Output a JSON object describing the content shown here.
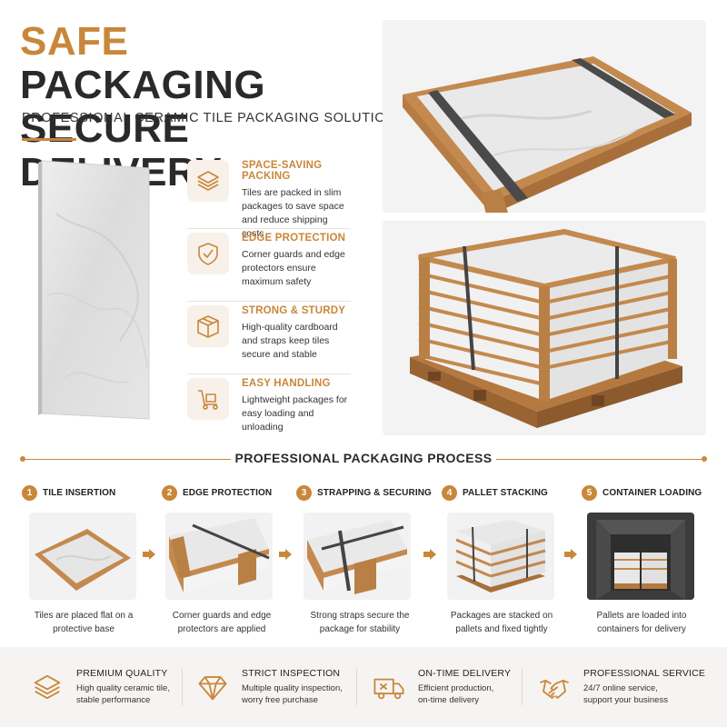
{
  "hero": {
    "title_accent": "SAFE",
    "title_rest": " PACKAGING",
    "title_line2": "SECURE DELIVERY",
    "subtitle": "PROFESSIONAL CERAMIC TILE PACKAGING SOLUTIONS"
  },
  "features": [
    {
      "icon": "layers-icon",
      "title": "SPACE-SAVING PACKING",
      "desc": "Tiles are packed in slim packages to save space and reduce shipping costs"
    },
    {
      "icon": "shield-check-icon",
      "title": "EDGE PROTECTION",
      "desc": "Corner guards and edge protectors ensure maximum safety"
    },
    {
      "icon": "box-icon",
      "title": "STRONG & STURDY",
      "desc": "High-quality cardboard and straps keep tiles secure and stable"
    },
    {
      "icon": "hand-truck-icon",
      "title": "EASY HANDLING",
      "desc": "Lightweight packages for easy loading and unloading"
    }
  ],
  "process": {
    "title": "PROFESSIONAL PACKAGING PROCESS",
    "steps": [
      {
        "num": "1",
        "title": "TILE INSERTION",
        "desc": "Tiles are placed flat on a protective base"
      },
      {
        "num": "2",
        "title": "EDGE PROTECTION",
        "desc": "Corner guards and edge protectors are applied"
      },
      {
        "num": "3",
        "title": "STRAPPING & SECURING",
        "desc": "Strong straps secure the package for stability"
      },
      {
        "num": "4",
        "title": "PALLET STACKING",
        "desc": "Packages are stacked on pallets and fixed tightly"
      },
      {
        "num": "5",
        "title": "CONTAINER LOADING",
        "desc": "Pallets are loaded into containers for delivery"
      }
    ]
  },
  "footer": [
    {
      "icon": "layers-icon",
      "title": "PREMIUM QUALITY",
      "desc": "High quality ceramic tile, stable performance"
    },
    {
      "icon": "diamond-icon",
      "title": "STRICT INSPECTION",
      "desc": "Multiple quality inspection, worry free purchase"
    },
    {
      "icon": "delivery-truck-icon",
      "title": "ON-TIME DELIVERY",
      "desc": "Efficient production, on-time delivery"
    },
    {
      "icon": "handshake-icon",
      "title": "PROFESSIONAL SERVICE",
      "desc": "24/7 online service, support your business"
    }
  ],
  "colors": {
    "accent": "#c8873a",
    "dark": "#2a2a2a",
    "cardboard": "#c4894e"
  }
}
